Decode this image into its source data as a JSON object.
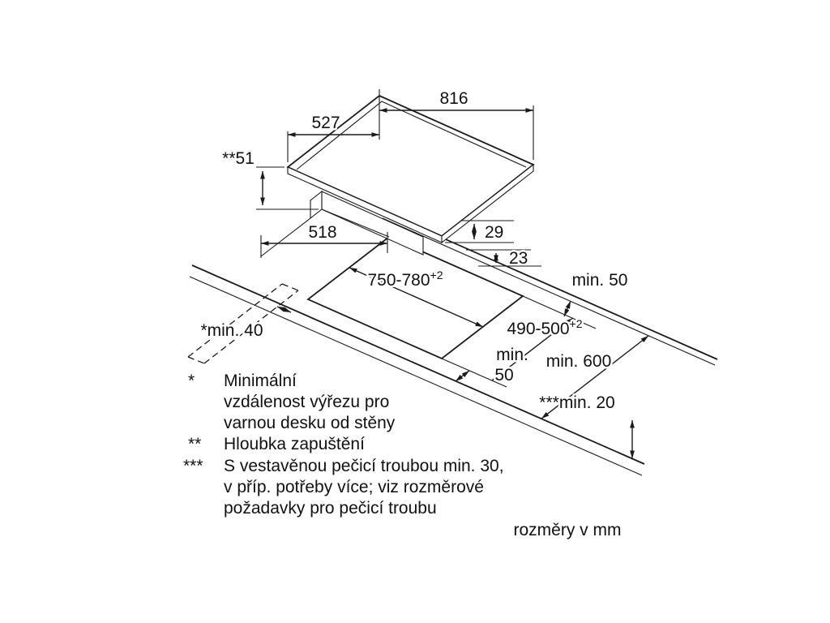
{
  "dims": {
    "hob_width": "816",
    "hob_depth": "527",
    "recess_depth": "**51",
    "housing_width": "518",
    "edge_height_top": "29",
    "edge_height_bottom": "23",
    "cutout_width": "750-780",
    "cutout_width_sup": "+2",
    "cutout_depth": "490-500",
    "cutout_depth_sup": "+2",
    "rear_clearance": "min. 50",
    "front_clearance_word": "min.",
    "front_clearance_value": "50",
    "side_clearance": "*min. 40",
    "counter_depth": "min. 600",
    "bottom_clearance": "***min. 20"
  },
  "legend": {
    "star1_marker": "*",
    "star1_line1": "Minimální",
    "star1_line2": "vzdálenost výřezu pro",
    "star1_line3": "varnou desku od stěny",
    "star2_marker": "**",
    "star2_line1": "Hloubka zapuštění",
    "star3_marker": "***",
    "star3_line1": "S vestavěnou pečicí troubou min. 30,",
    "star3_line2": "v příp. potřeby více; viz rozměrové",
    "star3_line3": "požadavky pro pečicí troubu"
  },
  "units_note": "rozměry v mm"
}
